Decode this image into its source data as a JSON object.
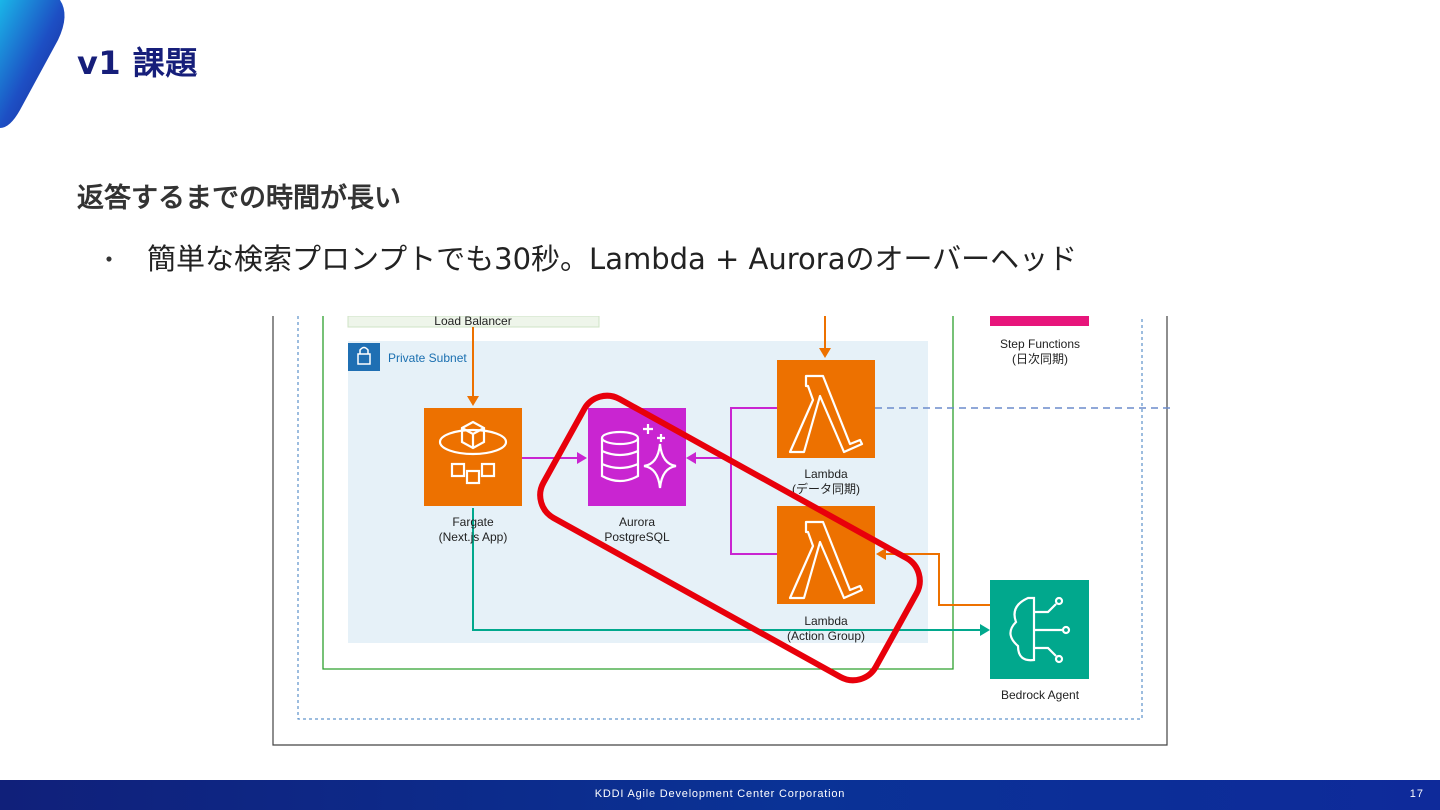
{
  "slide": {
    "title": "v1 課題",
    "subtitle": "返答するまでの時間が長い",
    "bullet_marker": "・",
    "bullet": "簡単な検索プロンプトでも30秒。Lambda + Auroraのオーバーヘッド"
  },
  "diagram": {
    "load_balancer": "Load Balancer",
    "private_subnet": "Private Subnet",
    "step_functions": [
      "Step Functions",
      "(日次同期)"
    ],
    "fargate": [
      "Fargate",
      "(Next.js App)"
    ],
    "aurora": [
      "Aurora",
      "PostgreSQL"
    ],
    "lambda_sync": [
      "Lambda",
      "(データ同期)"
    ],
    "lambda_action": [
      "Lambda",
      "(Action Group)"
    ],
    "bedrock": "Bedrock Agent",
    "colors": {
      "orange": "#ed7100",
      "magenta": "#c925d1",
      "teal": "#01a88d",
      "pink": "#e7157b",
      "highlight": "#e8000b"
    }
  },
  "footer": {
    "company": "KDDI Agile Development Center Corporation",
    "page": "17"
  }
}
